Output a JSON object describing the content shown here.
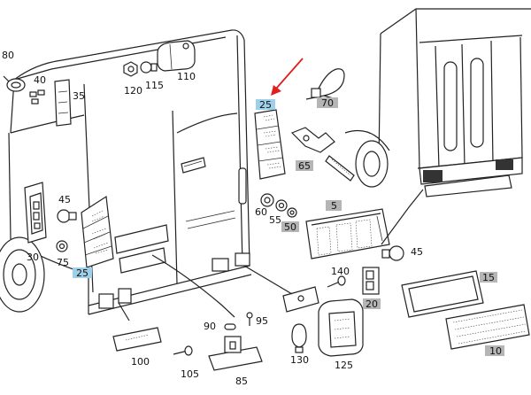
{
  "callouts": [
    {
      "id": "c80",
      "text": "80"
    },
    {
      "id": "c40",
      "text": "40"
    },
    {
      "id": "c35",
      "text": "35"
    },
    {
      "id": "c120",
      "text": "120"
    },
    {
      "id": "c115",
      "text": "115"
    },
    {
      "id": "c110",
      "text": "110"
    },
    {
      "id": "c25a",
      "text": "25"
    },
    {
      "id": "c70",
      "text": "70"
    },
    {
      "id": "c65",
      "text": "65"
    },
    {
      "id": "c45a",
      "text": "45"
    },
    {
      "id": "c60",
      "text": "60"
    },
    {
      "id": "c55",
      "text": "55"
    },
    {
      "id": "c50",
      "text": "50"
    },
    {
      "id": "c5",
      "text": "5"
    },
    {
      "id": "c30",
      "text": "30"
    },
    {
      "id": "c75",
      "text": "75"
    },
    {
      "id": "c25b",
      "text": "25"
    },
    {
      "id": "c45b",
      "text": "45"
    },
    {
      "id": "c140",
      "text": "140"
    },
    {
      "id": "c15",
      "text": "15"
    },
    {
      "id": "c20",
      "text": "20"
    },
    {
      "id": "c90",
      "text": "90"
    },
    {
      "id": "c95",
      "text": "95"
    },
    {
      "id": "c100",
      "text": "100"
    },
    {
      "id": "c105",
      "text": "105"
    },
    {
      "id": "c85",
      "text": "85"
    },
    {
      "id": "c130",
      "text": "130"
    },
    {
      "id": "c125",
      "text": "125"
    },
    {
      "id": "c10",
      "text": "10"
    }
  ],
  "colors": {
    "highlight": "#9fd0ea",
    "tag": "#b5b5b5",
    "arrow": "#e02020",
    "line": "#222222"
  }
}
